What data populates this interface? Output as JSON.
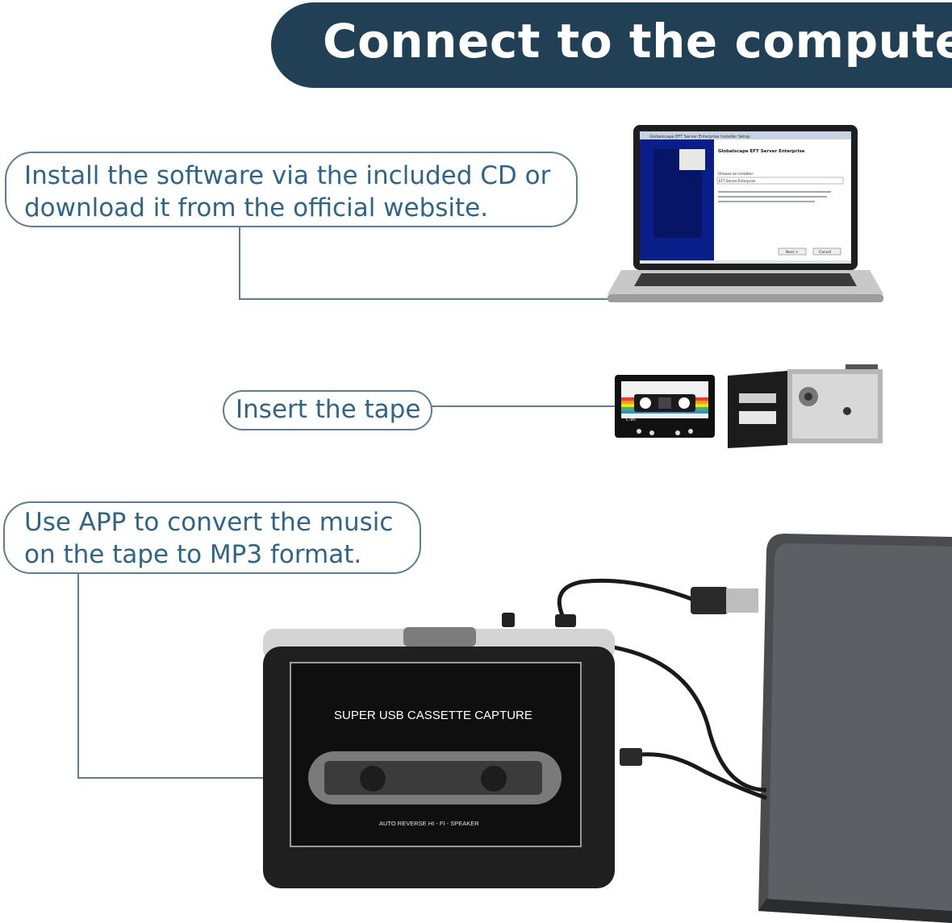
{
  "header": {
    "title": "Connect to the computer"
  },
  "steps": [
    {
      "line1": "Install the software via the included CD or",
      "line2": "download it from the official website."
    },
    {
      "line1": "Insert the tape"
    },
    {
      "line1": "Use APP to convert the music",
      "line2": "on the tape to MP3 format."
    }
  ],
  "laptop_screen": {
    "title": "Globalscape EFT Server Enterprise Installer Setup",
    "heading": "Globalscape EFT Server Enterprise",
    "choose_label": "Choose an installer:",
    "select_value": "EFT Server Enterprise",
    "next_button": "Next >",
    "cancel_button": "Cancel"
  },
  "cassette_label": "C-90",
  "device": {
    "brand": "SUPER USB CASSETTE CAPTURE",
    "subtext": "AUTO REVERSE HI - FI - SPEAKER"
  },
  "colors": {
    "header_bg": "#213f55",
    "callout_text": "#2f6586",
    "callout_border": "#5b7d96"
  }
}
